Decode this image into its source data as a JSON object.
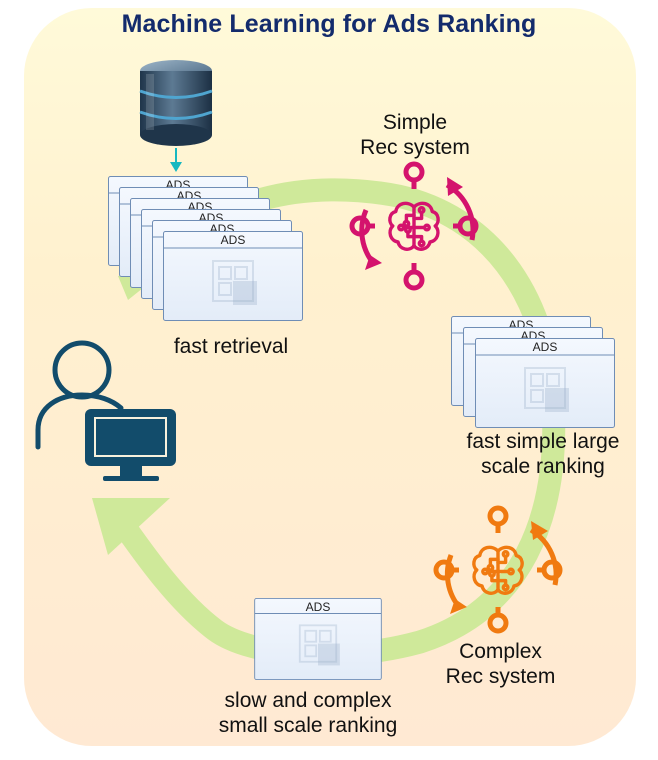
{
  "title": "Machine Learning for Ads Ranking",
  "stages": {
    "retrieval": "fast retrieval",
    "simple_ranking": [
      "fast simple large",
      "scale ranking"
    ],
    "complex_ranking": [
      "slow and complex",
      "small scale ranking"
    ]
  },
  "systems": {
    "simple": [
      "Simple",
      "Rec system"
    ],
    "complex": [
      "Complex",
      "Rec system"
    ]
  },
  "card_label": "ADS",
  "colors": {
    "title": "#132b6c",
    "arrow": "#cfe99a",
    "simple_brain": "#d4136d",
    "complex_brain": "#f07a10",
    "user": "#124c6b",
    "database": "#2a4660",
    "data_arrow": "#16b8c0"
  },
  "icons": [
    "database-icon",
    "brain-icon",
    "user-at-computer-icon",
    "ads-card-icon"
  ]
}
